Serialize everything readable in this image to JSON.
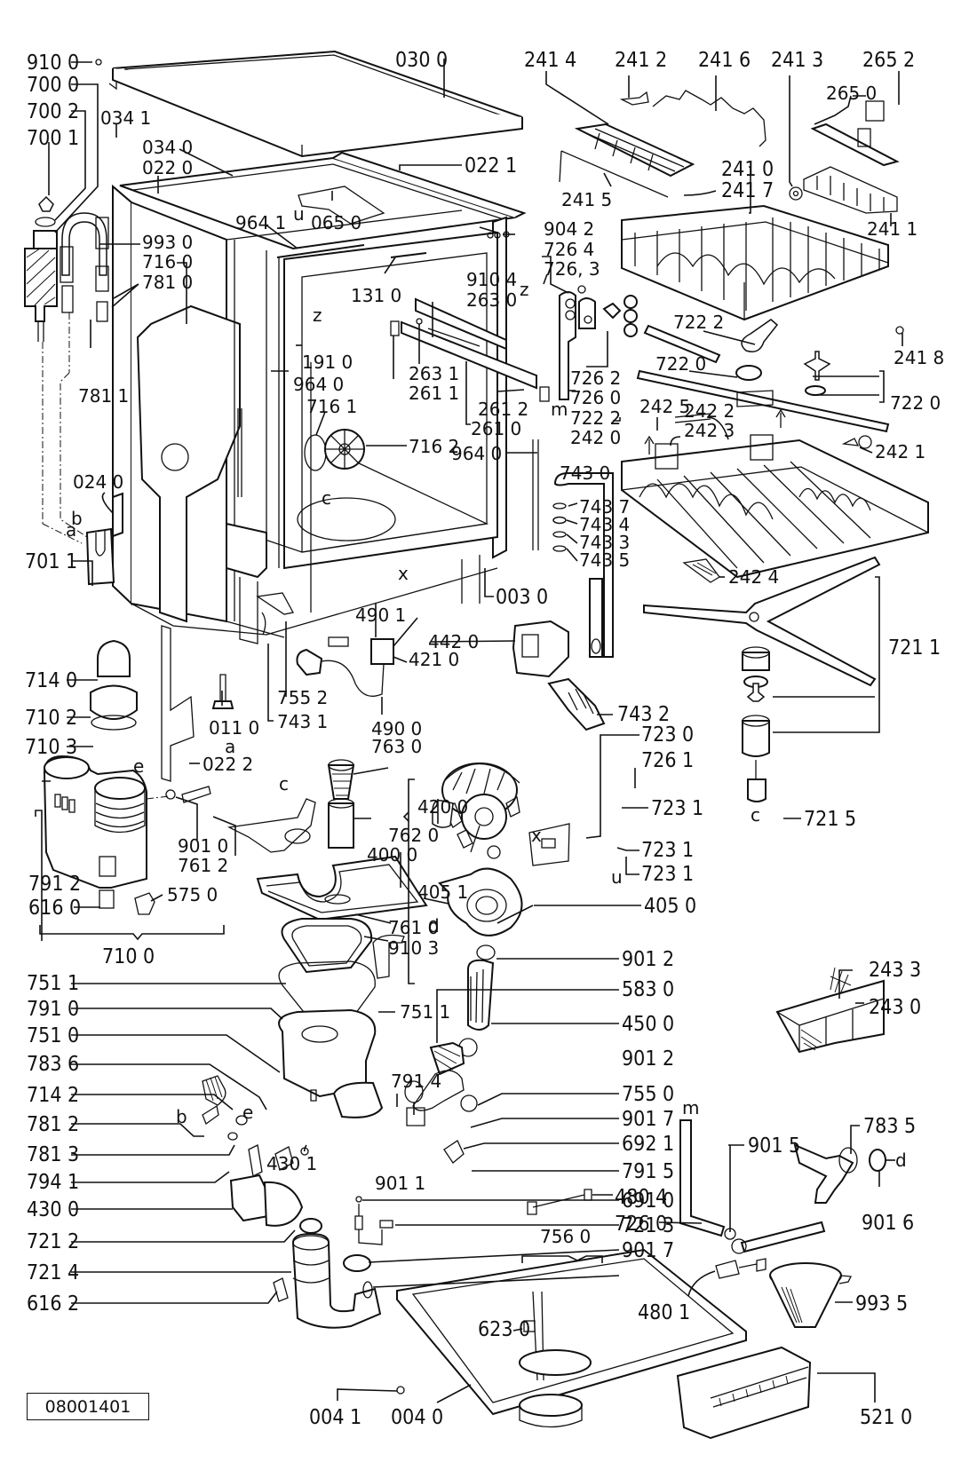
{
  "diagram": {
    "title": "Dishwasher exploded parts diagram",
    "reference_code": "08001401",
    "labels": {
      "l9100": "910 0",
      "l7000": "700 0",
      "l7002": "700 2",
      "l7001": "700 1",
      "l0341": "034 1",
      "l0340": "034 0",
      "l0220": "022 0",
      "l0300": "030 0",
      "l0221": "022 1",
      "l9641": "964 1",
      "l0650": "065 0",
      "l9930": "993 0",
      "l7160": "716 0",
      "l7810": "781 0",
      "l7811": "781 1",
      "l1310": "131 0",
      "l9104": "910 4",
      "l2630": "263 0",
      "l9042": "904 2",
      "l7264": "726 4",
      "l7263": "726, 3",
      "l2631": "263 1",
      "l2611": "261 1",
      "l2612": "261 2",
      "l2610": "261 0",
      "l1910": "191 0",
      "l9640a": "964 0",
      "l7161": "716 1",
      "l7162": "716 2",
      "l9640b": "964 0",
      "l0240": "024 0",
      "l7011": "701 1",
      "l0030": "003 0",
      "l7262": "726 2",
      "l7260a": "726 0",
      "l7222a": "722 2",
      "l2420": "242 0",
      "l2414": "241 4",
      "l2412": "241 2",
      "l2416": "241 6",
      "l2413": "241 3",
      "l2652": "265 2",
      "l2650": "265 0",
      "l2410": "241 0",
      "l2417": "241 7",
      "l2415": "241 5",
      "l2411": "241 1",
      "l7222b": "722 2",
      "l7220a": "722 0",
      "l2418": "241 8",
      "l7220b": "722 0",
      "l2425": "242 5",
      "l2422": "242 2",
      "l2423": "242 3",
      "l2421": "242 1",
      "l2424": "242 4",
      "l7430": "743 0",
      "l7437": "743 7",
      "l7434": "743 4",
      "l7433": "743 3",
      "l7435": "743 5",
      "l7211": "721 1",
      "l4420": "442 0",
      "l4210": "421 0",
      "l4901": "490 1",
      "l4900": "490 0",
      "l7630": "763 0",
      "l7432": "743 2",
      "l7552": "755 2",
      "l7431": "743 1",
      "l0110": "011 0",
      "l0222": "022 2",
      "l7140": "714 0",
      "l7102": "710 2",
      "l7103": "710 3",
      "l7230": "723 0",
      "l7261": "726 1",
      "l7231a": "723 1",
      "l7231b": "723 1",
      "l7231c": "723 1",
      "l7215": "721 5",
      "l4200": "420 0",
      "l4000": "400 0",
      "l7620": "762 0",
      "l9010": "901 0",
      "l7612": "761 2",
      "l7912": "791 2",
      "l6160": "616 0",
      "l5750": "575 0",
      "l7100": "710 0",
      "l4051": "405 1",
      "l4050": "405 0",
      "l7610": "761 0",
      "l9103": "910 3",
      "l7511a": "751 1",
      "l7511b": "751 1",
      "l7910": "791 0",
      "l7510": "751 0",
      "l7836": "783 6",
      "l7142": "714 2",
      "l7812": "781 2",
      "l7813": "781 3",
      "l7941": "794 1",
      "l4300": "430 0",
      "l4301": "430 1",
      "l7212": "721 2",
      "l7214": "721 4",
      "l6162": "616 2",
      "l9012a": "901 2",
      "l5830": "583 0",
      "l4500": "450 0",
      "l9012b": "901 2",
      "l7914": "791 4",
      "l7550": "755 0",
      "l9017a": "901 7",
      "l6921": "692 1",
      "l9011": "901 1",
      "l7915": "791 5",
      "l6910": "691 0",
      "l7213": "721 3",
      "l9017b": "901 7",
      "l4804": "480 4",
      "l7260b": "726 0",
      "l9015": "901 5",
      "l7835": "783 5",
      "l9016": "901 6",
      "l7560": "756 0",
      "l4801": "480 1",
      "l6230": "623 0",
      "l9935": "993 5",
      "l2433": "243 3",
      "l2430": "243 0",
      "l0041": "004 1",
      "l0040": "004 0",
      "l5210": "521 0"
    },
    "connector_letters": {
      "z1": "z",
      "z2": "z",
      "u1": "u",
      "u2": "u",
      "c1": "c",
      "c2": "c",
      "c3": "c",
      "a1": "a",
      "a2": "a",
      "b1": "b",
      "b2": "b",
      "x1": "x",
      "x2": "x",
      "d1": "d",
      "d2": "d",
      "e1": "e",
      "e2": "e",
      "m1": "m",
      "m2": "m"
    },
    "parts": [
      "top-cover",
      "frame-crossbar",
      "tub",
      "inner-door-frame",
      "side-panel",
      "upper-basket",
      "cutlery-tray",
      "lower-basket",
      "upper-spray-arm",
      "lower-spray-arm",
      "supply-pipe",
      "salt-container",
      "water-softener",
      "sump-filter",
      "heater-element",
      "wash-motor",
      "pump-housing",
      "drain-pump",
      "drain-hose",
      "base-plate",
      "cutlery-basket",
      "fill-funnel",
      "control-module",
      "mains-cable",
      "suppressor"
    ]
  }
}
